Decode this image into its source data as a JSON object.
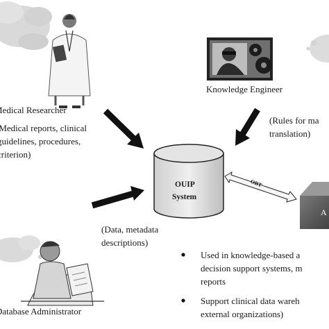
{
  "actors": {
    "researcher": {
      "label": "Medical Researcher",
      "lines": [
        "(Medical reports, clinical",
        "guidelines, procedures,",
        "criterion)"
      ]
    },
    "engineer": {
      "label": "Knowledge Engineer",
      "lines": [
        "(Rules for ma",
        "translation)"
      ]
    },
    "admin": {
      "label": "Database Administrator",
      "lines": [
        "(Data, metadata",
        "descriptions)"
      ]
    }
  },
  "system": {
    "line1": "OUIP",
    "line2": "System"
  },
  "link_label": "OBT",
  "app_box_label": "A",
  "bullets": [
    {
      "lines": [
        "Used in knowledge-based a",
        "decision support systems, m",
        "reports"
      ]
    },
    {
      "lines": [
        "Support clinical data wareh",
        "external organizations)"
      ]
    }
  ]
}
